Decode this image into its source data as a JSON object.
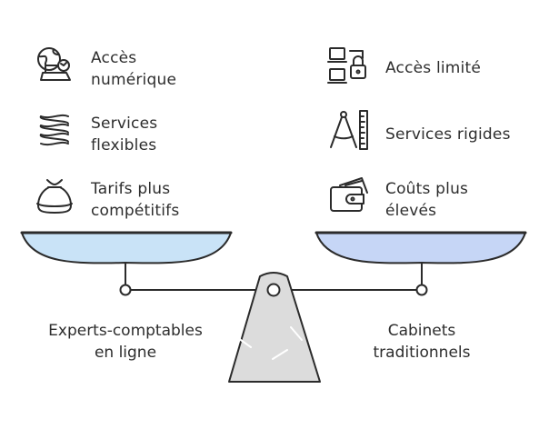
{
  "left": {
    "items": [
      {
        "icon": "globe-laptop-icon",
        "lines": [
          "Accès",
          "numérique"
        ]
      },
      {
        "icon": "spring-coil-icon",
        "lines": [
          "Services",
          "flexibles"
        ]
      },
      {
        "icon": "money-bag-icon",
        "lines": [
          "Tarifs plus",
          "compétitifs"
        ]
      }
    ],
    "caption": [
      "Experts-comptables",
      "en ligne"
    ],
    "pan_color": "#c9e3f7"
  },
  "right": {
    "items": [
      {
        "icon": "locked-computers-icon",
        "lines": [
          "Accès limité"
        ]
      },
      {
        "icon": "compass-ruler-icon",
        "lines": [
          "Services rigides"
        ]
      },
      {
        "icon": "wallet-cash-icon",
        "lines": [
          "Coûts plus",
          "élevés"
        ]
      }
    ],
    "caption": [
      "Cabinets",
      "traditionnels"
    ],
    "pan_color": "#c6d6f6"
  },
  "colors": {
    "stroke": "#2b2b2b",
    "base_fill": "#dcdcdc"
  }
}
